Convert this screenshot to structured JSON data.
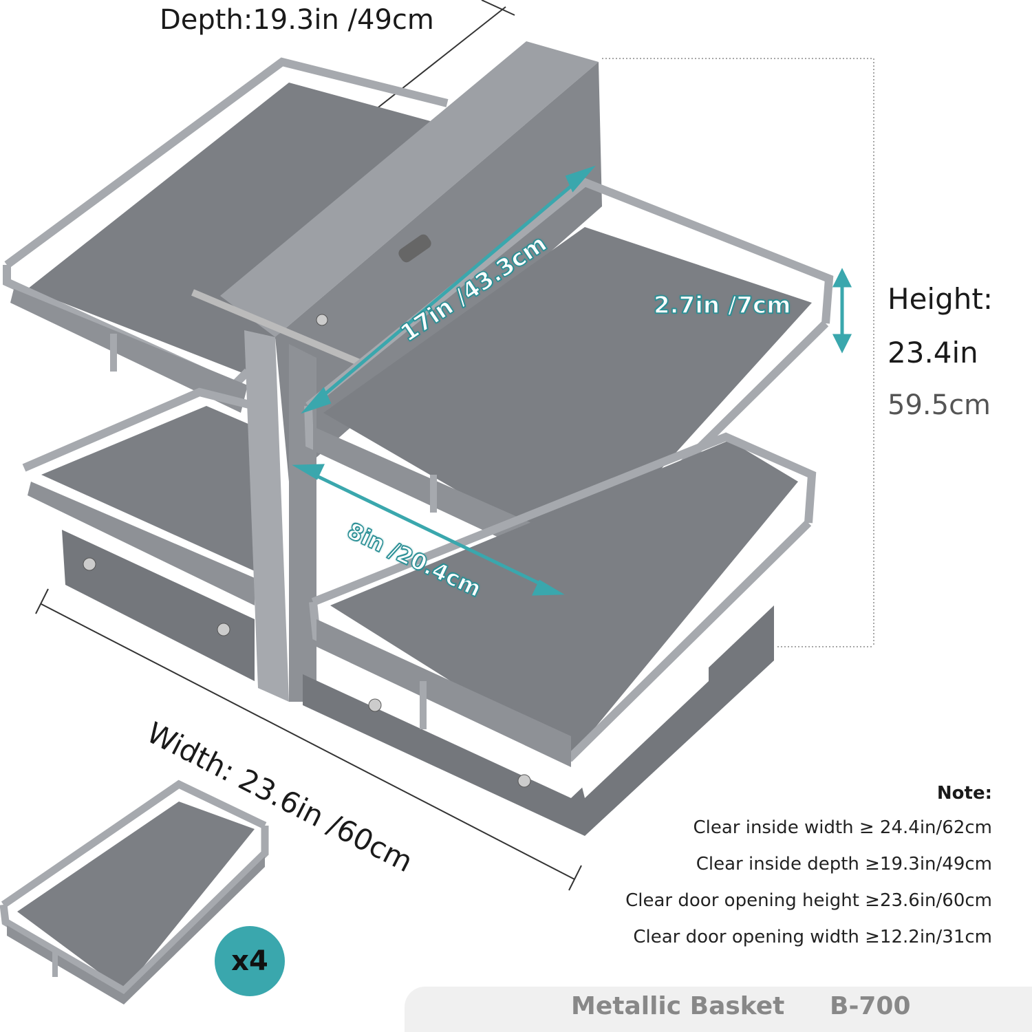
{
  "dimensions": {
    "depth": "Depth:19.3in /49cm",
    "width": "Width: 23.6in /60cm",
    "height_title": "Height:",
    "height_in": "23.4in",
    "height_cm": "59.5cm",
    "shelf_height": "2.7in /7cm",
    "shelf_depth": "17in /43.3cm",
    "shelf_width": "8in /20.4cm"
  },
  "note": {
    "title": "Note:",
    "lines": [
      "Clear inside width ≥ 24.4in/62cm",
      "Clear inside depth ≥19.3in/49cm",
      "Clear door opening height ≥23.6in/60cm",
      "Clear door opening width ≥12.2in/31cm"
    ]
  },
  "badge": {
    "quantity": "x4"
  },
  "footer": {
    "name": "Metallic Basket",
    "model": "B-700"
  },
  "colors": {
    "accent": "#3aa7ad",
    "frame": "#a6a9ae",
    "mat": "#7c7f84",
    "rail": "#8e9196"
  }
}
